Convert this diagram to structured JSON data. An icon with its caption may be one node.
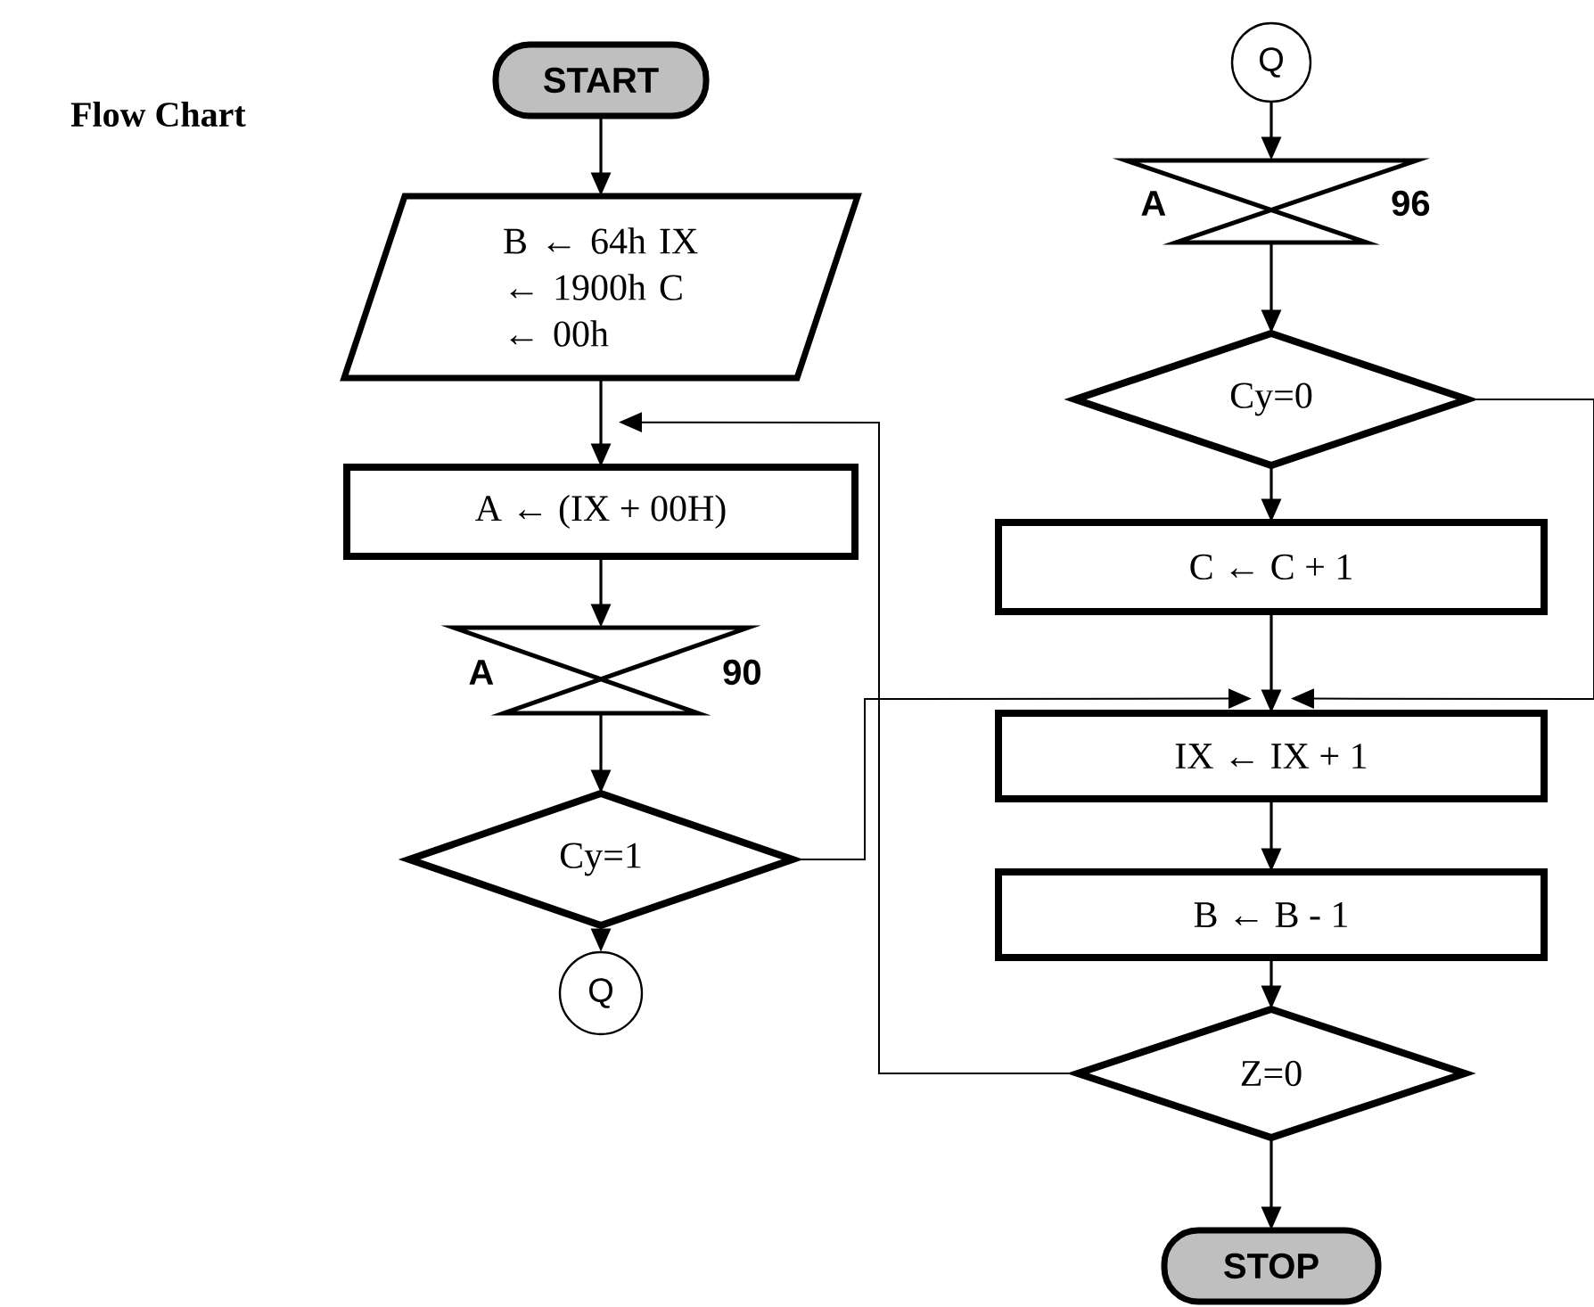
{
  "diagram": {
    "title": "Flow Chart",
    "nodes": [
      {
        "text": [
          "START"
        ]
      },
      {
        "text": [
          "B ← 64h IX ← 1900h C ← 00h"
        ]
      },
      {
        "text": [
          "A ← (IX + 00H)"
        ]
      },
      {
        "text": [
          "A",
          "90"
        ]
      },
      {
        "text": [
          "Cy=1"
        ]
      },
      {
        "text": [
          "Q"
        ]
      },
      {
        "text": [
          "Q"
        ]
      },
      {
        "text": [
          "A",
          "96"
        ]
      },
      {
        "text": [
          "Cy=0"
        ]
      },
      {
        "text": [
          "C ← C + 1"
        ]
      },
      {
        "text": [
          "IX ← IX + 1"
        ]
      },
      {
        "text": [
          "B ← B - 1"
        ]
      },
      {
        "text": [
          "Z=0"
        ]
      },
      {
        "text": [
          "STOP"
        ]
      }
    ],
    "edges": [
      {
        "from": 0,
        "to": 1,
        "arrow": "to"
      },
      {
        "from": 1,
        "to": 2,
        "arrow": "to"
      },
      {
        "from": 2,
        "to": 3,
        "arrow": "to"
      },
      {
        "from": 3,
        "to": 4,
        "arrow": "to"
      },
      {
        "from": 4,
        "to": 5,
        "arrow": "to"
      },
      {
        "from": 6,
        "to": 7,
        "arrow": "to"
      },
      {
        "from": 7,
        "to": 8,
        "arrow": "to"
      },
      {
        "from": 8,
        "to": 9,
        "arrow": "to"
      },
      {
        "from": 9,
        "to": 10,
        "arrow": "to"
      },
      {
        "from": 4,
        "to": 10,
        "arrow": "to"
      },
      {
        "from": 8,
        "to": 10,
        "arrow": "to"
      },
      {
        "from": 10,
        "to": 11,
        "arrow": "to"
      },
      {
        "from": 11,
        "to": 12,
        "arrow": "to"
      },
      {
        "from": 12,
        "to": 2,
        "arrow": "to"
      },
      {
        "from": 12,
        "to": 13,
        "arrow": "to"
      }
    ]
  }
}
